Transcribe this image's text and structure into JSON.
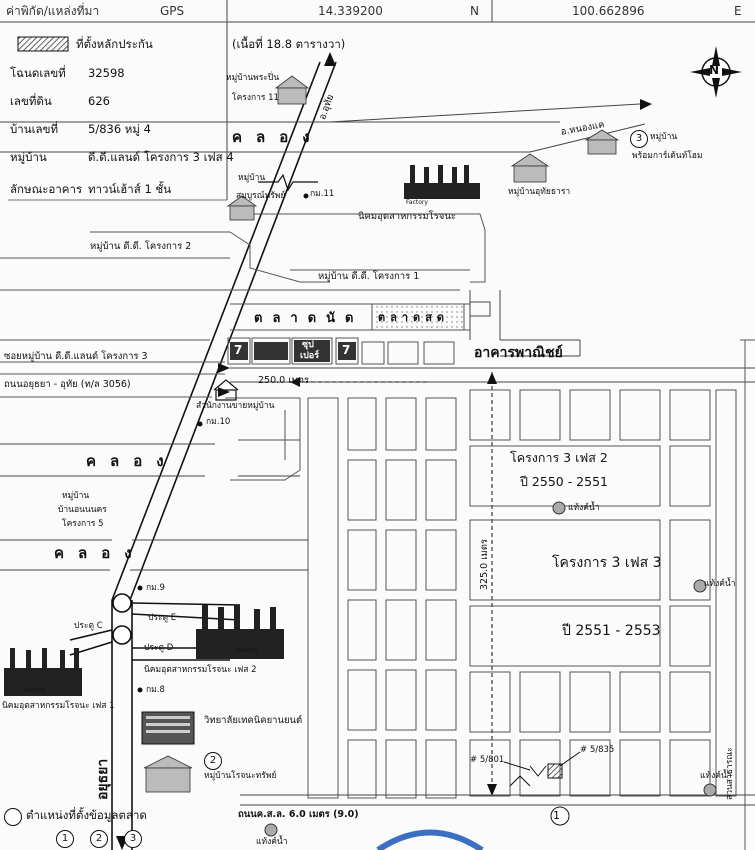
{
  "header": {
    "place_label": "ค่าพิกัด/แหล่งที่มา",
    "gps_label": "GPS",
    "lat_value": "14.339200",
    "lat_dir": "N",
    "lon_value": "100.662896",
    "lon_dir": "E"
  },
  "info": {
    "legend_text": "ที่ตั้งหลักประกัน",
    "area_text": "(เนื้อที่ 18.8 ตารางวา)",
    "deed_label": "โฉนดเลขที่",
    "deed_value": "32598",
    "land_label": "เลขที่ดิน",
    "land_value": "626",
    "house_label": "บ้านเลขที่",
    "house_value": "5/836 หมู่ 4",
    "village_label": "หมู่บ้าน",
    "village_value": "ดี.ดี.แลนด์ โครงการ 3 เฟส 4",
    "building_label": "ลักษณะอาคาร",
    "building_value": "ทาวน์เฮ้าส์ 1 ชั้น"
  },
  "labels": {
    "village_praepim": "หมู่บ้านพระปิ่น",
    "project11": "โครงการ 11",
    "road_uthai": "อ.อุทัย",
    "canal1": "คลอง",
    "road_nongkae": "อ.หนองแค",
    "village3_a": "หมู่บ้าน",
    "village3_b": "พร้อมการ์เด้นท์โฮม",
    "village_ubon": "หมู่บ้านอุทัยธารา",
    "village_somboon_a": "หมู่บ้าน",
    "village_somboon_b": "สมบูรณ์ทรัพย์",
    "km11": "กม.11",
    "rojana_estate": "นิคมอุตสาหกรรมโรจนะ",
    "dd2": "หมู่บ้าน ดี.ดี. โครงการ 2",
    "dd1": "หมู่บ้าน ดี.ดี. โครงการ 1",
    "market": "ตลาดนัด",
    "fresh_market": "ตลาดสด",
    "super_a": "ซุป",
    "super_b": "เปอร์",
    "seven": "7",
    "commercial": "อาคารพาณิชย์",
    "soi": "ซอยหมู่บ้าน ดี.ดี.แลนด์ โครงการ 3",
    "main_road": "ถนนอยุธยา - อุทัย (ท/ล 3056)",
    "dist250": "250.0 เมตร",
    "office": "สำนักงานขายหมู่บ้าน",
    "km10": "กม.10",
    "canal2": "คลอง",
    "phase2": "โครงการ 3 เฟส 2",
    "phase2_year": "ปี 2550 - 2551",
    "water1": "แท้งค์น้ำ",
    "water2": "แท้งค์น้ำ",
    "dist325": "325.0 เมตร",
    "phase3": "โครงการ 3 เฟส 3",
    "phase3_year": "ปี 2551 - 2553",
    "village5_a": "หมู่บ้าน",
    "village5_b": "บ้านอนนนคร",
    "village5_c": "โครงการ 5",
    "canal3": "คลอง",
    "km9": "กม.9",
    "gate_c": "ประตู C",
    "gate_e": "ประตู E",
    "gate_d": "ประตู D",
    "rojana_phase2": "นิคมอุตสาหกรรมโรจนะ เฟส 2",
    "rojana_phase1": "นิคมอุตสาหกรรมโรจนะ เฟส 1",
    "km8": "กม.8",
    "college": "วิทยาลัยเทคนิคยานยนต์",
    "village_rojana": "หมู่บ้านโรจนะทรัพย์",
    "ayutthaya": "อยุธยา",
    "addr801": "# 5/801",
    "addr835": "# 5/835",
    "road_bottom": "ถนนค.ส.ล. 6.0 เมตร (9.0)",
    "water3": "แท้งค์น้ำ",
    "water4": "แท้งค์น้ำ",
    "park": "สวนสาธารณะ",
    "market_legend": "ตำแหน่งที่ตั้งข้อมูลตลาด",
    "factory": "Factory",
    "n1": "1",
    "n2": "2",
    "n3": "3",
    "north": "N"
  }
}
